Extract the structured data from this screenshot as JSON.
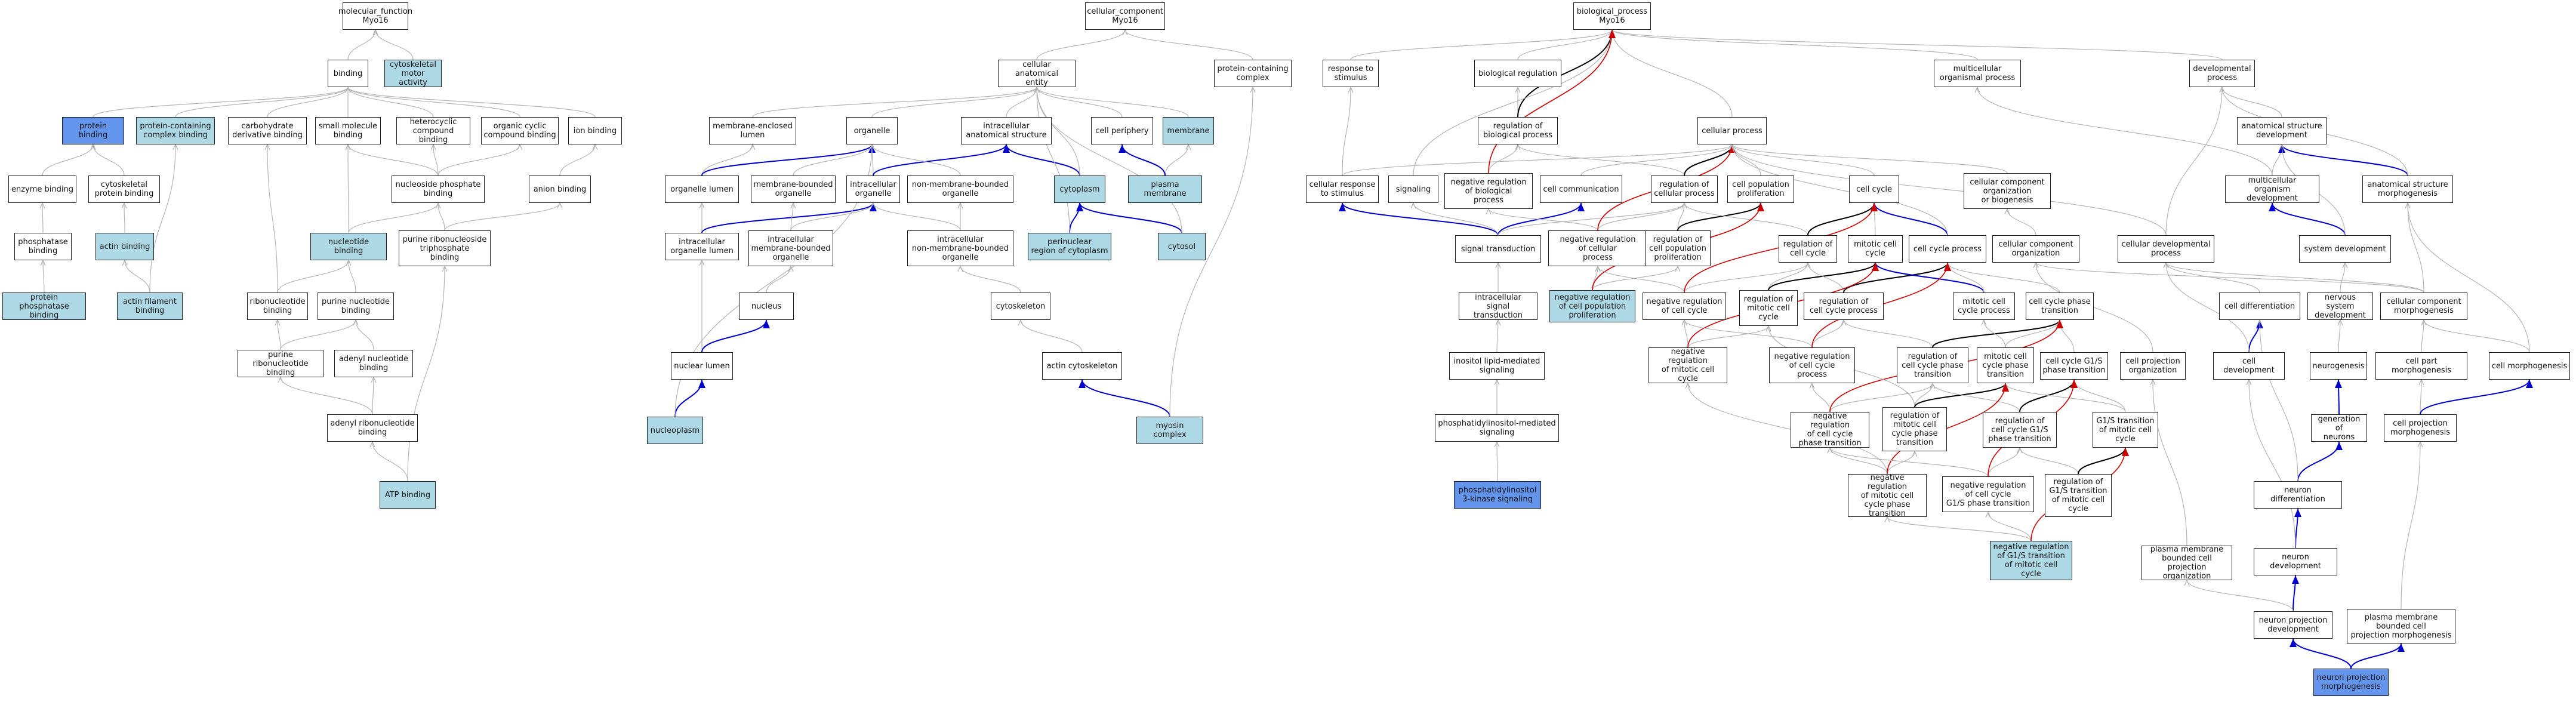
{
  "colors": {
    "light": "#add8e6",
    "dark": "#6495ed",
    "gray": "#b4b4b4",
    "black": "#000000",
    "blue": "#0000cc",
    "red": "#cc0000"
  },
  "nodes": {
    "mf": "molecular_function\nMyo16",
    "binding": "binding",
    "cytoskeletal_motor_activity": "cytoskeletal\nmotor activity",
    "protein_binding": "protein binding",
    "protein_containing_complex_binding": "protein-containing\ncomplex binding",
    "carbohydrate_derivative_binding": "carbohydrate\nderivative binding",
    "small_molecule_binding": "small molecule\nbinding",
    "heterocyclic_compound_binding": "heterocyclic\ncompound binding",
    "organic_cyclic_compound_binding": "organic cyclic\ncompound binding",
    "ion_binding": "ion binding",
    "enzyme_binding": "enzyme binding",
    "cytoskeletal_protein_binding": "cytoskeletal\nprotein binding",
    "nucleoside_phosphate_binding": "nucleoside phosphate\nbinding",
    "anion_binding": "anion binding",
    "phosphatase_binding": "phosphatase\nbinding",
    "actin_binding": "actin binding",
    "nucleotide_binding": "nucleotide binding",
    "purine_ribonucleoside_triphosphate_binding": "purine ribonucleoside\ntriphosphate\nbinding",
    "protein_phosphatase_binding": "protein phosphatase\nbinding",
    "actin_filament_binding": "actin filament\nbinding",
    "ribonucleotide_binding": "ribonucleotide\nbinding",
    "purine_nucleotide_binding": "purine nucleotide\nbinding",
    "purine_ribonucleotide_binding": "purine ribonucleotide\nbinding",
    "adenyl_nucleotide_binding": "adenyl nucleotide\nbinding",
    "adenyl_ribonucleotide_binding": "adenyl ribonucleotide\nbinding",
    "atp_binding": "ATP binding",
    "cc": "cellular_component\nMyo16",
    "cellular_anatomical_entity": "cellular anatomical\nentity",
    "protein_containing_complex": "protein-containing\ncomplex",
    "membrane_enclosed_lumen": "membrane-enclosed\nlumen",
    "organelle": "organelle",
    "intracellular_anatomical_structure": "intracellular\nanatomical structure",
    "cell_periphery": "cell periphery",
    "membrane": "membrane",
    "organelle_lumen": "organelle lumen",
    "membrane_bounded_organelle": "membrane-bounded\norganelle",
    "intracellular_organelle": "intracellular\norganelle",
    "non_membrane_bounded_organelle": "non-membrane-bounded\norganelle",
    "cytoplasm": "cytoplasm",
    "plasma_membrane": "plasma membrane",
    "intracellular_organelle_lumen": "intracellular\norganelle lumen",
    "intracellular_membrane_bounded_organelle": "intracellular\nmembrane-bounded\norganelle",
    "intracellular_non_membrane_bounded_organelle": "intracellular\nnon-membrane-bounded\norganelle",
    "perinuclear_region": "perinuclear\nregion of cytoplasm",
    "cytosol": "cytosol",
    "nucleus": "nucleus",
    "cytoskeleton": "cytoskeleton",
    "nuclear_lumen": "nuclear lumen",
    "actin_cytoskeleton": "actin cytoskeleton",
    "nucleoplasm": "nucleoplasm",
    "myosin_complex": "myosin complex",
    "bp": "biological_process\nMyo16",
    "response_to_stimulus": "response to\nstimulus",
    "biological_regulation": "biological regulation",
    "multicellular_organismal_process": "multicellular\norganismal process",
    "developmental_process": "developmental\nprocess",
    "regulation_of_biological_process": "regulation of\nbiological process",
    "cellular_process": "cellular process",
    "anatomical_structure_development": "anatomical structure\ndevelopment",
    "cellular_response_to_stimulus": "cellular response\nto stimulus",
    "signaling": "signaling",
    "negative_regulation_of_biological_process": "negative regulation\nof biological\nprocess",
    "cell_communication": "cell communication",
    "regulation_of_cellular_process": "regulation of\ncellular process",
    "cell_population_proliferation": "cell population\nproliferation",
    "cell_cycle": "cell cycle",
    "cellular_component_organization_or_biogenesis": "cellular component\norganization\nor biogenesis",
    "multicellular_organism_development": "multicellular\norganism development",
    "anatomical_structure_morphogenesis": "anatomical structure\nmorphogenesis",
    "signal_transduction": "signal transduction",
    "negative_regulation_of_cellular_process": "negative regulation\nof cellular\nprocess",
    "regulation_of_cell_population_proliferation": "regulation of\ncell population\nproliferation",
    "regulation_of_cell_cycle": "regulation of\ncell cycle",
    "mitotic_cell_cycle": "mitotic cell\ncycle",
    "cell_cycle_process": "cell cycle process",
    "cellular_component_organization": "cellular component\norganization",
    "cellular_developmental_process": "cellular developmental\nprocess",
    "system_development": "system development",
    "intracellular_signal_transduction": "intracellular\nsignal transduction",
    "negative_regulation_of_cell_population_proliferation": "negative regulation\nof cell population\nproliferation",
    "negative_regulation_of_cell_cycle": "negative regulation\nof cell cycle",
    "regulation_of_mitotic_cell_cycle": "regulation of\nmitotic cell\ncycle",
    "regulation_of_cell_cycle_process": "regulation of\ncell cycle process",
    "mitotic_cell_cycle_process": "mitotic cell\ncycle process",
    "cell_cycle_phase_transition": "cell cycle phase\ntransition",
    "cell_differentiation": "cell differentiation",
    "nervous_system_development": "nervous system\ndevelopment",
    "cellular_component_morphogenesis": "cellular component\nmorphogenesis",
    "inositol_lipid_mediated_signaling": "inositol lipid-mediated\nsignaling",
    "negative_regulation_of_mitotic_cell_cycle": "negative regulation\nof mitotic cell\ncycle",
    "negative_regulation_of_cell_cycle_process": "negative regulation\nof cell cycle\nprocess",
    "regulation_of_cell_cycle_phase_transition": "regulation of\ncell cycle phase\ntransition",
    "mitotic_cell_cycle_phase_transition": "mitotic cell\ncycle phase\ntransition",
    "cell_cycle_g1s_phase_transition": "cell cycle G1/S\nphase transition",
    "cell_projection_organization": "cell projection\norganization",
    "cell_development": "cell development",
    "neurogenesis": "neurogenesis",
    "cell_part_morphogenesis": "cell part morphogenesis",
    "cell_morphogenesis": "cell morphogenesis",
    "phosphatidylinositol_mediated_signaling": "phosphatidylinositol-mediated\nsignaling",
    "negative_regulation_of_cell_cycle_phase_transition": "negative regulation\nof cell cycle\nphase transition",
    "regulation_of_mitotic_cell_cycle_phase_transition": "regulation of\nmitotic cell\ncycle phase\ntransition",
    "regulation_of_cell_cycle_g1s_phase_transition": "regulation of\ncell cycle G1/S\nphase transition",
    "g1s_transition_of_mitotic_cell_cycle": "G1/S transition\nof mitotic cell\ncycle",
    "generation_of_neurons": "generation of\nneurons",
    "cell_projection_morphogenesis": "cell projection\nmorphogenesis",
    "phosphatidylinositol_3_kinase_signaling": "phosphatidylinositol\n3-kinase signaling",
    "negative_regulation_of_mitotic_cell_cycle_phase_transition": "negative regulation\nof mitotic cell\ncycle phase\ntransition",
    "negative_regulation_of_cell_cycle_g1s_phase_transition": "negative regulation\nof cell cycle\nG1/S phase transition",
    "regulation_of_g1s_transition_of_mitotic_cell_cycle": "regulation of\nG1/S transition\nof mitotic cell\ncycle",
    "neuron_differentiation": "neuron differentiation",
    "negative_regulation_of_g1s_transition_of_mitotic_cell_cycle": "negative regulation\nof G1/S transition\nof mitotic cell\ncycle",
    "plasma_membrane_bounded_cell_projection_organization": "plasma membrane\nbounded cell\nprojection organization",
    "neuron_development": "neuron development",
    "plasma_membrane_bounded_cell_projection_morphogenesis": "plasma membrane\nbounded cell\nprojection morphogenesis",
    "neuron_projection_development": "neuron projection\ndevelopment",
    "neuron_projection_morphogenesis": "neuron projection\nmorphogenesis"
  }
}
